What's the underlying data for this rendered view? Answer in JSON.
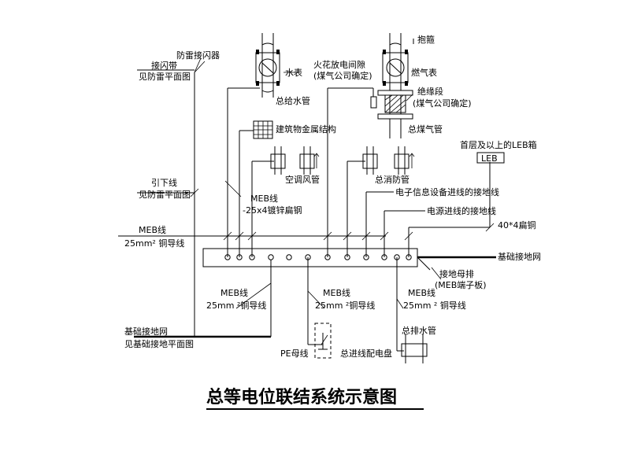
{
  "title": "总等电位联结系统示意图",
  "labels": {
    "lightning_arrester": "防雷接闪器",
    "strip_1": "接闪带",
    "strip_2": "见防雷平面图",
    "down_1": "引下线",
    "down_2": "见防雷平面图",
    "meb_left_1": "MEB线",
    "meb_left_2": "25mm² 铜导线",
    "found_1": "基础接地网",
    "found_2": "见基础接地平面图",
    "water_meter": "水表",
    "water_main": "总给水管",
    "building_metal": "建筑物金属结构",
    "spark_1": "火花放电间隙",
    "spark_2": "(煤气公司确定)",
    "hoop": "抱箍",
    "gas_meter": "燃气表",
    "insul_1": "绝缘段",
    "insul_2": "(煤气公司确定)",
    "gas_main": "总煤气管",
    "ac_duct": "空调风管",
    "fire_main": "总消防管",
    "leb_label": "首层及以上的LEB箱",
    "leb_box": "LEB",
    "meb_mid_1": "MEB线",
    "meb_mid_2": "-25x4镀锌扁钢",
    "elec_info": "电子信息设备进线的接地线",
    "power_in": "电源进线的接地线",
    "flat_copper": "40*4扁铜",
    "found_net": "基础接地网",
    "bus_1": "接地母排",
    "bus_2": "(MEB端子板)",
    "meb_b1_1": "MEB线",
    "meb_b1_2": "25mm ²铜导线",
    "meb_b2_1": "MEB线",
    "meb_b2_2": "25mm ²铜导线",
    "meb_b3_1": "MEB线",
    "meb_b3_2": "25mm ² 铜导线",
    "drain": "总排水管",
    "pe_bus": "PE母线",
    "main_panel": "总进线配电盘"
  }
}
